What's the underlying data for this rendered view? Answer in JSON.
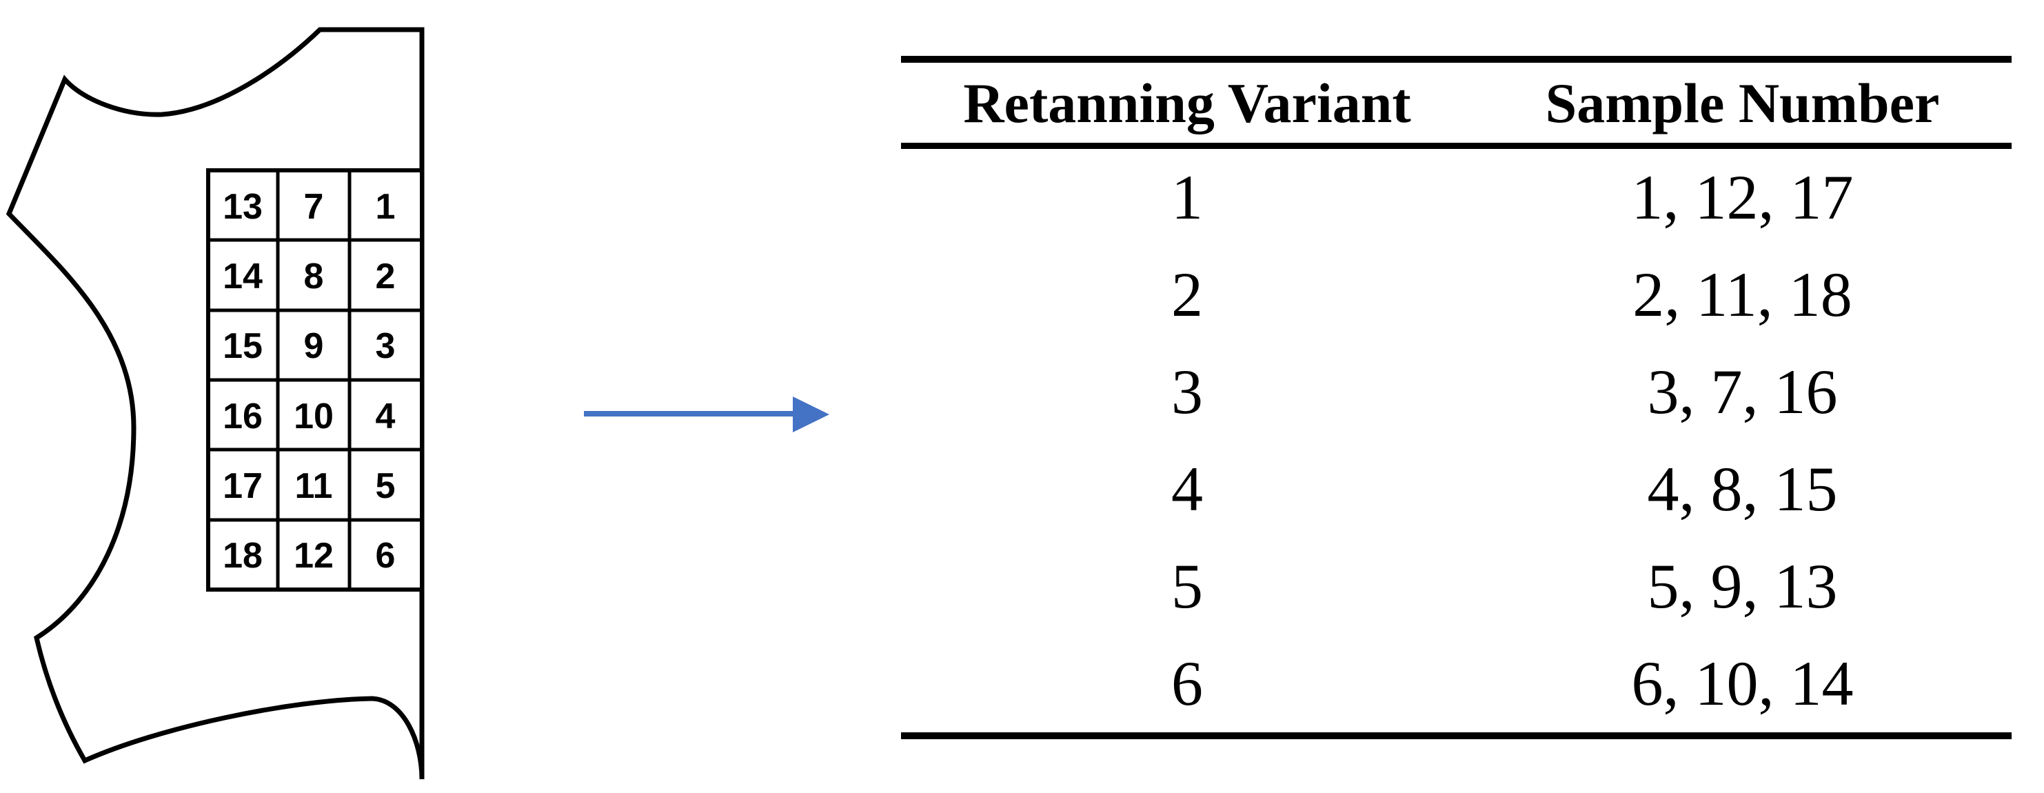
{
  "figure": {
    "description": "leather half-hide outline with sampling grid",
    "hide_grid": {
      "rows": [
        [
          "13",
          "7",
          "1"
        ],
        [
          "14",
          "8",
          "2"
        ],
        [
          "15",
          "9",
          "3"
        ],
        [
          "16",
          "10",
          "4"
        ],
        [
          "17",
          "11",
          "5"
        ],
        [
          "18",
          "12",
          "6"
        ]
      ]
    },
    "arrow_color": "#4472C4",
    "outline_color": "#000000"
  },
  "table": {
    "headers": [
      "Retanning Variant",
      "Sample Number"
    ],
    "rows": [
      {
        "variant": "1",
        "samples": "1, 12, 17"
      },
      {
        "variant": "2",
        "samples": "2, 11, 18"
      },
      {
        "variant": "3",
        "samples": "3, 7, 16"
      },
      {
        "variant": "4",
        "samples": "4, 8, 15"
      },
      {
        "variant": "5",
        "samples": "5, 9, 13"
      },
      {
        "variant": "6",
        "samples": "6, 10, 14"
      }
    ]
  }
}
